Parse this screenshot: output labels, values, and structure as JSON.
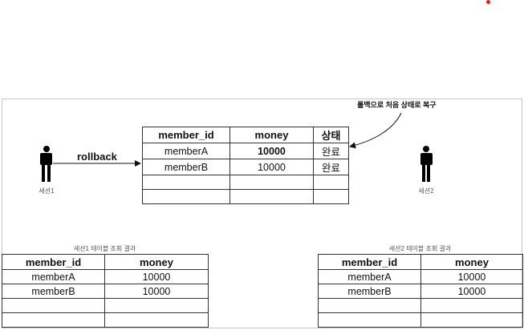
{
  "main_table": {
    "headers": [
      "member_id",
      "money",
      "상태"
    ],
    "rows": [
      [
        "memberA",
        "10000",
        "완료"
      ],
      [
        "memberB",
        "10000",
        "완료"
      ],
      [
        "",
        "",
        ""
      ],
      [
        "",
        "",
        ""
      ]
    ]
  },
  "session1": {
    "label": "세션1"
  },
  "session2": {
    "label": "세션2"
  },
  "rollback_label": "rollback",
  "note": "롤백으로 처음 상태로 복구",
  "session1_table": {
    "caption": "세션1 테이블 조회 결과",
    "headers": [
      "member_id",
      "money"
    ],
    "rows": [
      [
        "memberA",
        "10000"
      ],
      [
        "memberB",
        "10000"
      ],
      [
        "",
        ""
      ],
      [
        "",
        ""
      ]
    ]
  },
  "session2_table": {
    "caption": "세션2 테이블 조회 결과",
    "headers": [
      "member_id",
      "money"
    ],
    "rows": [
      [
        "memberA",
        "10000"
      ],
      [
        "memberB",
        "10000"
      ],
      [
        "",
        ""
      ],
      [
        "",
        ""
      ]
    ]
  }
}
